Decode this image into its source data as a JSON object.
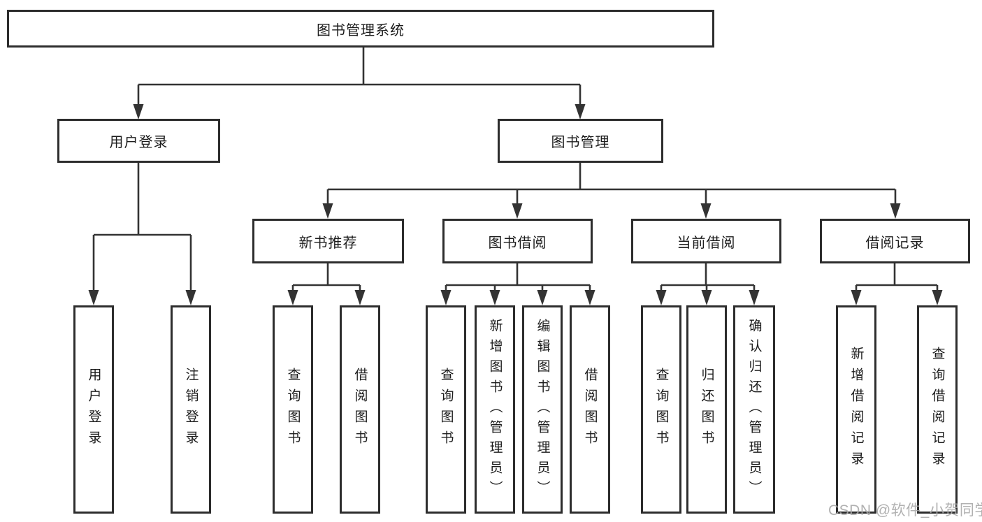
{
  "tree": {
    "label": "图书管理系统",
    "children": [
      {
        "label": "用户登录",
        "children": [
          {
            "label": "用户登录"
          },
          {
            "label": "注销登录"
          }
        ]
      },
      {
        "label": "图书管理",
        "children": [
          {
            "label": "新书推荐",
            "children": [
              {
                "label": "查询图书"
              },
              {
                "label": "借阅图书"
              }
            ]
          },
          {
            "label": "图书借阅",
            "children": [
              {
                "label": "查询图书"
              },
              {
                "label": "新增图书（管理员）"
              },
              {
                "label": "编辑图书（管理员）"
              },
              {
                "label": "借阅图书"
              }
            ]
          },
          {
            "label": "当前借阅",
            "children": [
              {
                "label": "查询图书"
              },
              {
                "label": "归还图书"
              },
              {
                "label": "确认归还（管理员）"
              }
            ]
          },
          {
            "label": "借阅记录",
            "children": [
              {
                "label": "新增借阅记录"
              },
              {
                "label": "查询借阅记录"
              }
            ]
          }
        ]
      }
    ]
  },
  "watermark": {
    "text": "CSDN @软件_小贺同学"
  },
  "colors": {
    "line": "#333333",
    "border": "#2d2d2d",
    "text": "#1c1c1c",
    "watermark": "#a9a9a9"
  }
}
